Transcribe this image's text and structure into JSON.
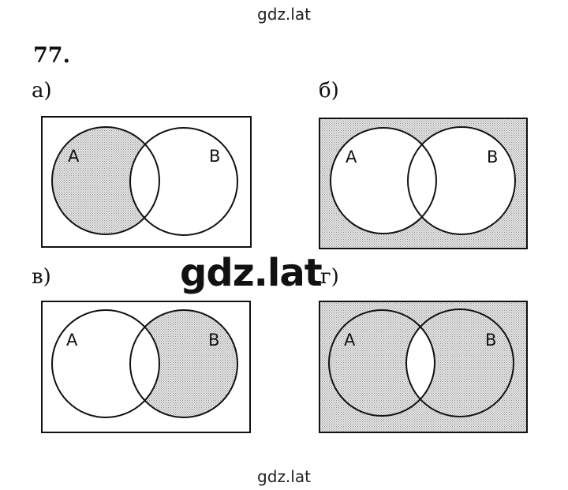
{
  "watermarks": {
    "top": "gdz.lat",
    "center": "gdz.lat",
    "bottom": "gdz.lat"
  },
  "problem_number": "77.",
  "diagrams": [
    {
      "label": "а)",
      "set_a": "A",
      "set_b": "B",
      "shaded_region": "A \\ B"
    },
    {
      "label": "б)",
      "set_a": "A",
      "set_b": "B",
      "shaded_region": "complement of A ∪ B"
    },
    {
      "label": "в)",
      "set_a": "A",
      "set_b": "B",
      "shaded_region": "B \\ A"
    },
    {
      "label": "г)",
      "set_a": "A",
      "set_b": "B",
      "shaded_region": "complement of A ∩ B"
    }
  ],
  "colors": {
    "shade": "#d4d4d4",
    "stroke": "#111111",
    "background": "#ffffff"
  }
}
